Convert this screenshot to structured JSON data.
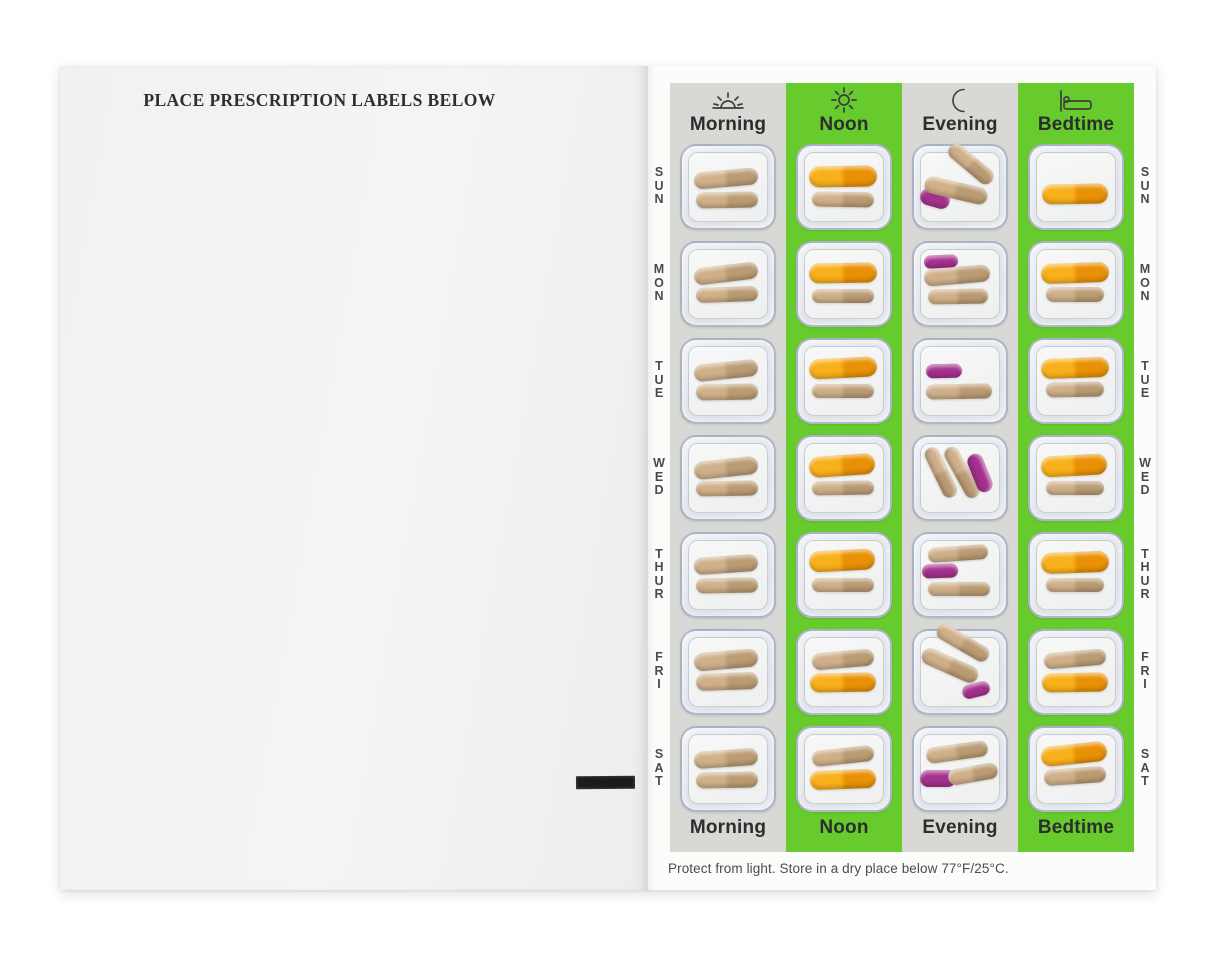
{
  "left_panel": {
    "title": "PLACE PRESCRIPTION LABELS BELOW"
  },
  "pack": {
    "footer": "Protect from light. Store in a dry place below 77°F/25°C.",
    "colors": {
      "column_gray": "#d8d9d5",
      "column_green": "#67cb2e",
      "pill_tan": "#c4a67e",
      "pill_orange": "#f2a31d",
      "pill_purple": "#a5318e"
    },
    "columns": [
      {
        "id": "morning",
        "label": "Morning",
        "icon": "sunrise-icon",
        "bg": "#d8d9d5"
      },
      {
        "id": "noon",
        "label": "Noon",
        "icon": "sun-icon",
        "bg": "#67cb2e"
      },
      {
        "id": "evening",
        "label": "Evening",
        "icon": "moon-icon",
        "bg": "#d8d9d5"
      },
      {
        "id": "bedtime",
        "label": "Bedtime",
        "icon": "bed-icon",
        "bg": "#67cb2e"
      }
    ],
    "rows": [
      {
        "day": "SUN",
        "cells": [
          [
            {
              "c": "tan",
              "x": 12,
              "y": 24,
              "w": 64,
              "h": 17,
              "r": -5
            },
            {
              "c": "tan",
              "x": 14,
              "y": 46,
              "w": 62,
              "h": 16,
              "r": -1
            }
          ],
          [
            {
              "c": "orange",
              "x": 11,
              "y": 20,
              "w": 68,
              "h": 21,
              "r": -1
            },
            {
              "c": "tan",
              "x": 14,
              "y": 46,
              "w": 62,
              "h": 15,
              "r": 1
            }
          ],
          [
            {
              "c": "purple",
              "x": 6,
              "y": 44,
              "w": 30,
              "h": 17,
              "r": 16
            },
            {
              "c": "tan",
              "x": 30,
              "y": 10,
              "w": 54,
              "h": 16,
              "r": 40
            },
            {
              "c": "tan",
              "x": 10,
              "y": 36,
              "w": 64,
              "h": 17,
              "r": 13
            }
          ],
          [
            {
              "c": "orange",
              "x": 12,
              "y": 38,
              "w": 66,
              "h": 20,
              "r": -1
            }
          ]
        ]
      },
      {
        "day": "MON",
        "cells": [
          [
            {
              "c": "tan",
              "x": 12,
              "y": 22,
              "w": 64,
              "h": 17,
              "r": -7
            },
            {
              "c": "tan",
              "x": 14,
              "y": 44,
              "w": 62,
              "h": 15,
              "r": -2
            }
          ],
          [
            {
              "c": "orange",
              "x": 11,
              "y": 20,
              "w": 68,
              "h": 20,
              "r": -1
            },
            {
              "c": "tan",
              "x": 14,
              "y": 46,
              "w": 62,
              "h": 14,
              "r": 0
            }
          ],
          [
            {
              "c": "purple",
              "x": 10,
              "y": 12,
              "w": 34,
              "h": 13,
              "r": -3
            },
            {
              "c": "tan",
              "x": 10,
              "y": 24,
              "w": 66,
              "h": 17,
              "r": -5
            },
            {
              "c": "tan",
              "x": 14,
              "y": 46,
              "w": 60,
              "h": 15,
              "r": -1
            }
          ],
          [
            {
              "c": "orange",
              "x": 11,
              "y": 20,
              "w": 68,
              "h": 20,
              "r": -2
            },
            {
              "c": "tan",
              "x": 16,
              "y": 44,
              "w": 58,
              "h": 15,
              "r": 0
            }
          ]
        ]
      },
      {
        "day": "TUE",
        "cells": [
          [
            {
              "c": "tan",
              "x": 12,
              "y": 22,
              "w": 64,
              "h": 17,
              "r": -6
            },
            {
              "c": "tan",
              "x": 14,
              "y": 44,
              "w": 62,
              "h": 16,
              "r": -1
            }
          ],
          [
            {
              "c": "orange",
              "x": 11,
              "y": 18,
              "w": 68,
              "h": 20,
              "r": -3
            },
            {
              "c": "tan",
              "x": 14,
              "y": 44,
              "w": 62,
              "h": 14,
              "r": 0
            }
          ],
          [
            {
              "c": "purple",
              "x": 12,
              "y": 24,
              "w": 36,
              "h": 14,
              "r": -1
            },
            {
              "c": "tan",
              "x": 12,
              "y": 44,
              "w": 66,
              "h": 15,
              "r": -1
            }
          ],
          [
            {
              "c": "orange",
              "x": 11,
              "y": 18,
              "w": 68,
              "h": 20,
              "r": -2
            },
            {
              "c": "tan",
              "x": 16,
              "y": 42,
              "w": 58,
              "h": 15,
              "r": -1
            }
          ]
        ]
      },
      {
        "day": "WED",
        "cells": [
          [
            {
              "c": "tan",
              "x": 12,
              "y": 22,
              "w": 64,
              "h": 18,
              "r": -6
            },
            {
              "c": "tan",
              "x": 14,
              "y": 44,
              "w": 62,
              "h": 15,
              "r": -1
            }
          ],
          [
            {
              "c": "orange",
              "x": 11,
              "y": 18,
              "w": 66,
              "h": 21,
              "r": -4
            },
            {
              "c": "tan",
              "x": 14,
              "y": 44,
              "w": 62,
              "h": 14,
              "r": -1
            }
          ],
          [
            {
              "c": "tan",
              "x": 0,
              "y": 28,
              "w": 54,
              "h": 15,
              "r": 64
            },
            {
              "c": "tan",
              "x": 20,
              "y": 28,
              "w": 56,
              "h": 15,
              "r": 61
            },
            {
              "c": "purple",
              "x": 46,
              "y": 28,
              "w": 40,
              "h": 16,
              "r": 68
            }
          ],
          [
            {
              "c": "orange",
              "x": 11,
              "y": 18,
              "w": 66,
              "h": 21,
              "r": -3
            },
            {
              "c": "tan",
              "x": 16,
              "y": 44,
              "w": 58,
              "h": 14,
              "r": 0
            }
          ]
        ]
      },
      {
        "day": "THUR",
        "cells": [
          [
            {
              "c": "tan",
              "x": 12,
              "y": 22,
              "w": 64,
              "h": 17,
              "r": -4
            },
            {
              "c": "tan",
              "x": 14,
              "y": 44,
              "w": 62,
              "h": 15,
              "r": -1
            }
          ],
          [
            {
              "c": "orange",
              "x": 11,
              "y": 16,
              "w": 66,
              "h": 21,
              "r": -3
            },
            {
              "c": "tan",
              "x": 14,
              "y": 44,
              "w": 62,
              "h": 14,
              "r": 0
            }
          ],
          [
            {
              "c": "tan",
              "x": 14,
              "y": 12,
              "w": 60,
              "h": 15,
              "r": -4
            },
            {
              "c": "purple",
              "x": 8,
              "y": 30,
              "w": 36,
              "h": 14,
              "r": -2
            },
            {
              "c": "tan",
              "x": 14,
              "y": 48,
              "w": 62,
              "h": 14,
              "r": 0
            }
          ],
          [
            {
              "c": "orange",
              "x": 11,
              "y": 18,
              "w": 68,
              "h": 21,
              "r": -2
            },
            {
              "c": "tan",
              "x": 16,
              "y": 44,
              "w": 58,
              "h": 14,
              "r": 0
            }
          ]
        ]
      },
      {
        "day": "FRI",
        "cells": [
          [
            {
              "c": "tan",
              "x": 12,
              "y": 20,
              "w": 64,
              "h": 18,
              "r": -5
            },
            {
              "c": "tan",
              "x": 14,
              "y": 42,
              "w": 62,
              "h": 17,
              "r": -2
            }
          ],
          [
            {
              "c": "tan",
              "x": 14,
              "y": 20,
              "w": 62,
              "h": 17,
              "r": -5
            },
            {
              "c": "orange",
              "x": 12,
              "y": 42,
              "w": 66,
              "h": 19,
              "r": -1
            }
          ],
          [
            {
              "c": "tan",
              "x": 20,
              "y": 4,
              "w": 58,
              "h": 16,
              "r": 30
            },
            {
              "c": "tan",
              "x": 6,
              "y": 26,
              "w": 60,
              "h": 17,
              "r": 24
            },
            {
              "c": "purple",
              "x": 48,
              "y": 52,
              "w": 28,
              "h": 14,
              "r": -14
            }
          ],
          [
            {
              "c": "tan",
              "x": 14,
              "y": 20,
              "w": 62,
              "h": 16,
              "r": -5
            },
            {
              "c": "orange",
              "x": 12,
              "y": 42,
              "w": 66,
              "h": 19,
              "r": -1
            }
          ]
        ]
      },
      {
        "day": "SAT",
        "cells": [
          [
            {
              "c": "tan",
              "x": 12,
              "y": 22,
              "w": 64,
              "h": 17,
              "r": -4
            },
            {
              "c": "tan",
              "x": 14,
              "y": 44,
              "w": 62,
              "h": 16,
              "r": -1
            }
          ],
          [
            {
              "c": "tan",
              "x": 14,
              "y": 20,
              "w": 62,
              "h": 16,
              "r": -6
            },
            {
              "c": "orange",
              "x": 12,
              "y": 42,
              "w": 66,
              "h": 19,
              "r": -2
            }
          ],
          [
            {
              "c": "tan",
              "x": 12,
              "y": 16,
              "w": 62,
              "h": 16,
              "r": -8
            },
            {
              "c": "purple",
              "x": 6,
              "y": 42,
              "w": 36,
              "h": 17,
              "r": 0
            },
            {
              "c": "tan",
              "x": 34,
              "y": 38,
              "w": 50,
              "h": 16,
              "r": -10
            }
          ],
          [
            {
              "c": "orange",
              "x": 11,
              "y": 16,
              "w": 66,
              "h": 20,
              "r": -6
            },
            {
              "c": "tan",
              "x": 14,
              "y": 40,
              "w": 62,
              "h": 16,
              "r": -4
            }
          ]
        ]
      }
    ]
  }
}
